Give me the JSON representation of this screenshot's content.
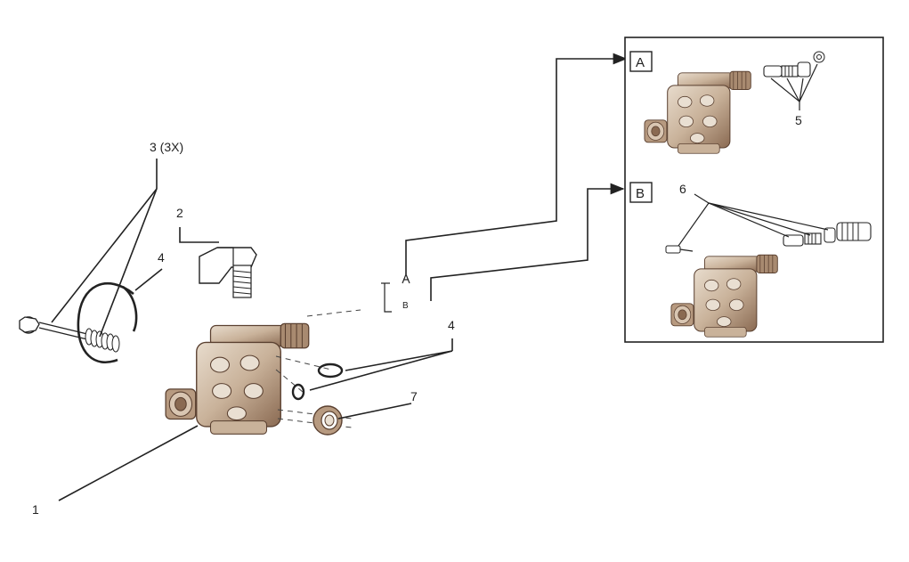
{
  "callouts": {
    "part_1": "1",
    "part_2": "2",
    "part_3": "3 (3X)",
    "part_4_left": "4",
    "part_4_right": "4",
    "part_5": "5",
    "part_6": "6",
    "part_7": "7"
  },
  "connectors": {
    "a": "A",
    "b": "B"
  },
  "insets": {
    "a_label": "A",
    "b_label": "B"
  },
  "colors": {
    "metal": "#c9b29a",
    "metal_dark": "#7a5a44",
    "line": "#222222"
  }
}
